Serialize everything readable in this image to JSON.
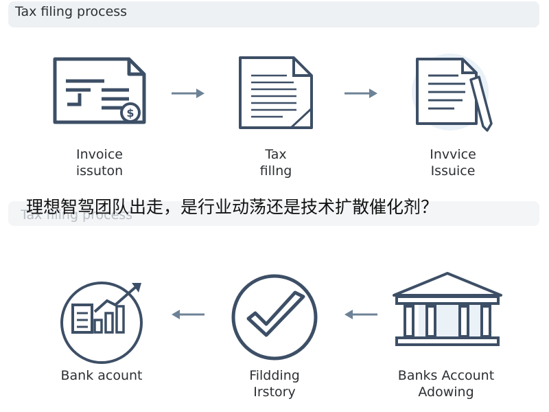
{
  "header": {
    "title": "Tax filing process"
  },
  "faded_header": {
    "title": "Tax filing process"
  },
  "headline": "理想智驾团队出走，是行业动荡还是技术扩散催化剂？",
  "top_row": [
    {
      "icon": "invoice-icon",
      "line1": "Invoice",
      "line2": "issuton"
    },
    {
      "icon": "document-icon",
      "line1": "Tax",
      "line2": "fillng"
    },
    {
      "icon": "document-pen-icon",
      "line1": "Invvice",
      "line2": "Issuice"
    }
  ],
  "bottom_row": [
    {
      "icon": "bank-chart-icon",
      "line1": "Bank acount",
      "line2": ""
    },
    {
      "icon": "checkmark-icon",
      "line1": "Fildding",
      "line2": "Irstory"
    },
    {
      "icon": "bank-building-icon",
      "line1": "Banks Account",
      "line2": "Adowing"
    }
  ],
  "colors": {
    "icon_stroke": "#3d4f66",
    "arrow": "#6d8296",
    "circle_fill": "#eaf1f7"
  }
}
